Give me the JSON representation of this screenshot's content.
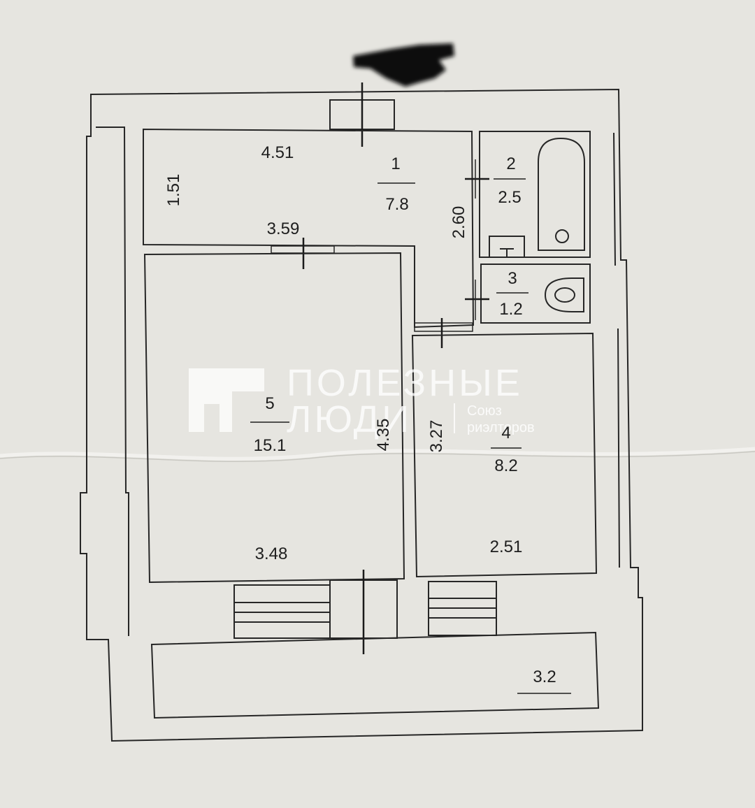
{
  "rooms": [
    {
      "number": "1",
      "area": "7.8"
    },
    {
      "number": "2",
      "area": "2.5"
    },
    {
      "number": "3",
      "area": "1.2"
    },
    {
      "number": "4",
      "area": "8.2"
    },
    {
      "number": "5",
      "area": "15.1"
    },
    {
      "number": "",
      "area": "3.2"
    }
  ],
  "dimensions": {
    "hall_length": "4.51",
    "hall_width": "1.51",
    "hall_inner": "3.59",
    "corridor_length": "2.60",
    "living_depth": "4.35",
    "living_width": "3.48",
    "kitchen_depth": "3.27",
    "kitchen_width": "2.51"
  },
  "watermark": {
    "line1": "ПОЛЕЗНЫЕ",
    "line2": "ЛЮДИ",
    "sub1": "Союз",
    "sub2": "риэлторов"
  }
}
